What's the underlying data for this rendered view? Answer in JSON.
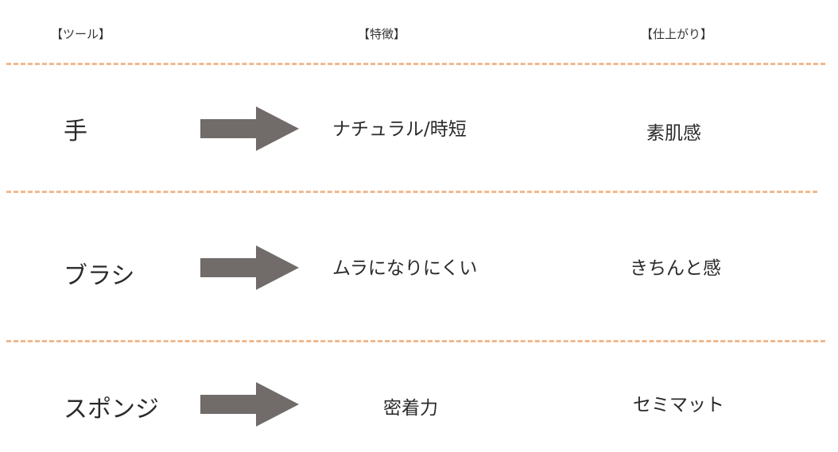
{
  "header": {
    "tool": "【ツール】",
    "feature": "【特徴】",
    "finish": "【仕上がり】"
  },
  "rows": [
    {
      "tool": "手",
      "feature": "ナチュラル/時短",
      "finish": "素肌感"
    },
    {
      "tool": "ブラシ",
      "feature": "ムラになりにくい",
      "finish": "きちんと感"
    },
    {
      "tool": "スポンジ",
      "feature": "密着力",
      "finish": "セミマット"
    }
  ],
  "colors": {
    "divider": "#f0b98e",
    "arrow": "#716b6a",
    "text": "#2a2a2a"
  },
  "icons": {
    "arrow": "right-arrow-icon"
  }
}
